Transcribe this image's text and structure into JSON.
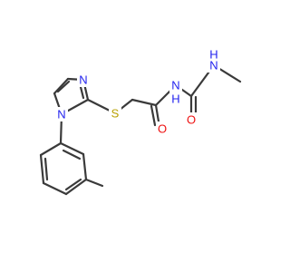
{
  "molecule": {
    "atoms": [
      {
        "id": "N_imid_ring",
        "label": "N",
        "color": "#2222ee"
      },
      {
        "id": "N_imid_sub",
        "label": "N",
        "color": "#2222ee"
      },
      {
        "id": "S_thio",
        "label": "S",
        "color": "#b8a000"
      },
      {
        "id": "O_amide",
        "label": "O",
        "color": "#ee1111"
      },
      {
        "id": "NH_amide",
        "label": "N",
        "h_label": "H",
        "color": "#2222ee"
      },
      {
        "id": "O_urea",
        "label": "O",
        "color": "#ee1111"
      },
      {
        "id": "NH_methyl",
        "label": "N",
        "h_label": "H",
        "color": "#2222ee"
      }
    ]
  }
}
